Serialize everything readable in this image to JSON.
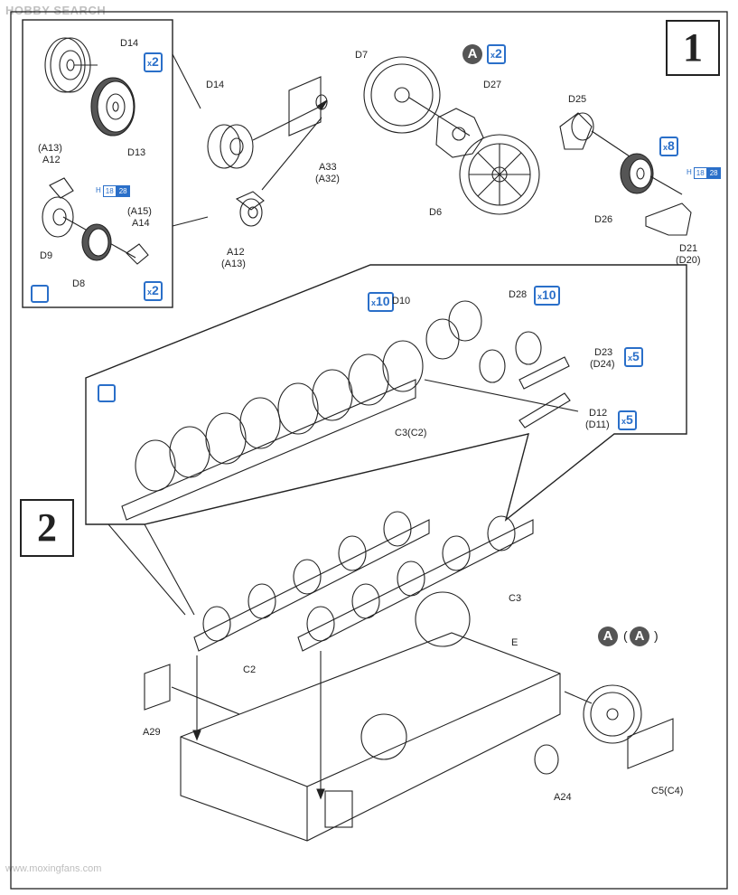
{
  "watermark_top": "HOBBY SEARCH",
  "watermark_bottom": "www.moxingfans.com",
  "steps": [
    "1",
    "2"
  ],
  "step1": {
    "detail_labels": {
      "d14": "D14",
      "d13": "D13",
      "a13_12_top": "(A13)",
      "a13_12_bot": "A12",
      "a15_14_top": "(A15)",
      "a15_14_bot": "A14",
      "d9": "D9",
      "d8": "D8"
    },
    "detail_x2_top": "2",
    "detail_x2_bottom": "2",
    "main_labels": {
      "d14": "D14",
      "a33_top": "A33",
      "a33_bot": "(A32)",
      "a12_top": "A12",
      "a12_bot": "(A13)",
      "d7": "D7",
      "d27": "D27",
      "d6": "D6",
      "d25": "D25",
      "d26": "D26",
      "d21_top": "D21",
      "d21_bot": "(D20)"
    },
    "a_x2": "2",
    "d26_x8": "8",
    "paint1": {
      "h": "H",
      "c1": "18",
      "c2": "28"
    },
    "paint2": {
      "h": "H",
      "c1": "18",
      "c2": "28"
    }
  },
  "step2": {
    "bubble_labels": {
      "d10": "D10",
      "d28": "D28",
      "d23_top": "D23",
      "d23_bot": "(D24)",
      "d12_top": "D12",
      "d12_bot": "(D11)",
      "c3c2": "C3(C2)"
    },
    "x10_left": "10",
    "x10_right": "10",
    "x5_d23": "5",
    "x5_d12": "5",
    "hull_labels": {
      "c3": "C3",
      "c2": "C2",
      "e": "E",
      "a29": "A29",
      "a24": "A24",
      "c5c4": "C5(C4)"
    },
    "a_letters": [
      "A",
      "A"
    ],
    "a_paren_open": "(",
    "a_paren_close": ")"
  },
  "colors": {
    "accent_blue": "#2a6fc9",
    "ink": "#222222",
    "gray_circle": "#555555"
  }
}
